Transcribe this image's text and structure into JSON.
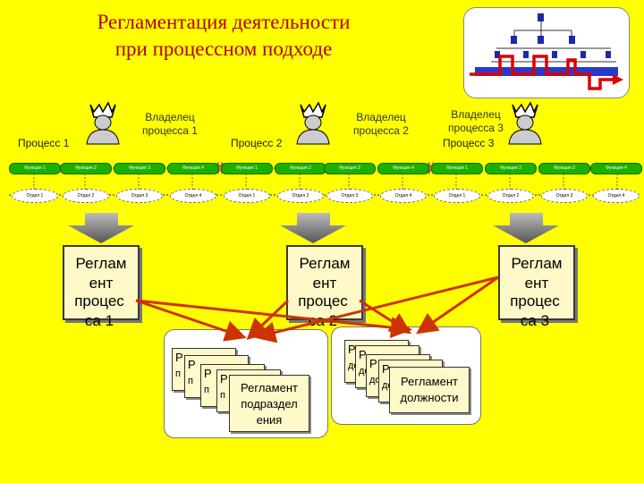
{
  "title": {
    "line1": "Регламентация деятельности",
    "line2": "при процессном подходе"
  },
  "owners": [
    {
      "line1": "Владелец",
      "line2": "процесса 1"
    },
    {
      "line1": "Владелец",
      "line2": "процесса 2"
    },
    {
      "line1": "Владелец",
      "line2": "процесса 3"
    }
  ],
  "processes": [
    "Процесс 1",
    "Процесс 2",
    "Процесс 3"
  ],
  "functions": [
    "Функция 1",
    "Функция 2",
    "Функция 3",
    "Функция 4",
    "Функция 1",
    "Функция 2",
    "Функция 3",
    "Функция 4",
    "Функция 1",
    "Функция 2",
    "Функция 3",
    "Функция 4"
  ],
  "departments": [
    "Отдел 1",
    "Отдел 2",
    "Отдел 3",
    "Отдел 4",
    "Отдел 1",
    "Отдел 2",
    "Отдел 3",
    "Отдел 4",
    "Отдел 1",
    "Отдел 2",
    "Отдел 3",
    "Отдел 4"
  ],
  "process_regs": [
    [
      "Реглам",
      "ент",
      "процес",
      "са 1"
    ],
    [
      "Реглам",
      "ент",
      "процес",
      "са 2"
    ],
    [
      "Реглам",
      "ент",
      "процес",
      "са 3"
    ]
  ],
  "dept_reg": {
    "line1": "Регламент",
    "line2": "подраздел",
    "line3": "ения",
    "stub": "Р",
    "stub2": "п"
  },
  "job_reg": {
    "line1": "Регламент",
    "line2": "должности",
    "stub": "Р",
    "stub2": "дол"
  },
  "colors": {
    "background": "#ffff00",
    "title": "#b40000",
    "function": "#1bb000",
    "arrow": "#cc3300",
    "org_chart_path": "#dd0000"
  }
}
